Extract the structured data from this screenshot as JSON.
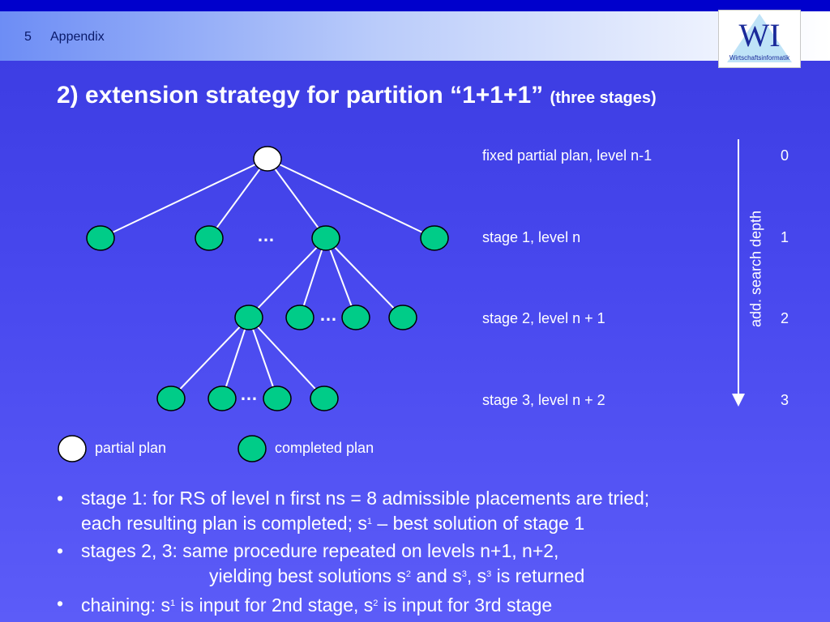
{
  "header": {
    "section_number": "5",
    "section_name": "Appendix"
  },
  "logo": {
    "text": "WI",
    "subtitle": "Wirtschaftsinformatik"
  },
  "title": {
    "main": "2) extension strategy for partition “1+1+1”",
    "sub": "(three  stages)"
  },
  "tree": {
    "ellipsis": "…",
    "levels": [
      {
        "label": "fixed partial plan, level n-1",
        "number": "0"
      },
      {
        "label": "stage 1, level n",
        "number": "1"
      },
      {
        "label": "stage 2, level n + 1",
        "number": "2"
      },
      {
        "label": "stage 3, level n + 2",
        "number": "3"
      }
    ],
    "depth_axis_label": "add. search depth",
    "colors": {
      "completed": "#00cc88",
      "partial": "#ffffff",
      "stroke": "#000000"
    }
  },
  "legend": {
    "partial_plan": "partial plan",
    "completed_plan": "completed plan"
  },
  "bullets": {
    "b1": {
      "l1": "stage 1: for RS of level n first ns = 8 admissible placements are tried;",
      "l2a": "each resulting plan is completed; s",
      "l2sup": "1",
      "l2b": " – best solution of stage 1"
    },
    "b2": {
      "l1": "stages 2, 3: same procedure repeated on levels n+1, n+2,",
      "l2a": "yielding best solutions s",
      "sup1": "2",
      "l2b": " and s",
      "sup2": "3",
      "l2c": ", s",
      "sup3": "3",
      "l2d": " is returned"
    },
    "b3": {
      "a": "chaining: s",
      "sup1": "1",
      "b": " is input for 2nd stage, s",
      "sup2": "2",
      "c": " is input for 3rd stage"
    },
    "marker": "•"
  }
}
